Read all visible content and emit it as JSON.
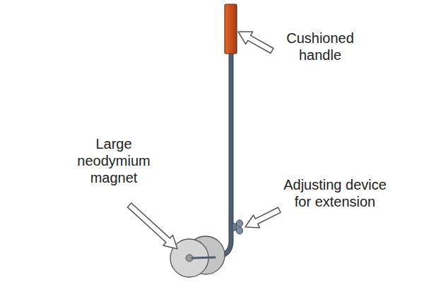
{
  "diagram": {
    "labels": [
      "Cushioned handle",
      "Large neodymium magnet",
      "Adjusting device for extension"
    ]
  }
}
